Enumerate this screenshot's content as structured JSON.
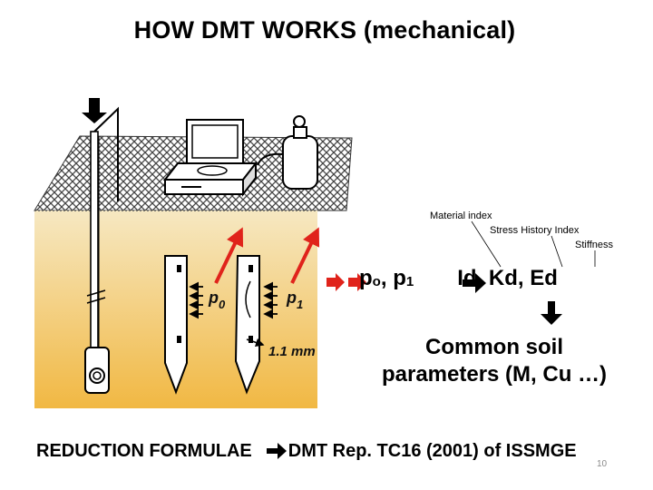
{
  "title": "HOW DMT WORKS (mechanical)",
  "labels": {
    "material_index": "Material index",
    "stress_history_index": "Stress History Index",
    "stiffness": "Stiffness"
  },
  "formula": {
    "p0": "p",
    "p0_sub": "o",
    "p1": "p",
    "p1_sub": "1",
    "outputs": "Id, Kd, Ed"
  },
  "common": {
    "line1": "Common soil",
    "line2": "parameters (M, Cu …)"
  },
  "reduction": {
    "left": "REDUCTION FORMULAE",
    "right": "DMT Rep. TC16 (2001) of ISSMGE"
  },
  "diagram": {
    "p0_label": "p",
    "p0_sub": "0",
    "p1_label": "p",
    "p1_sub": "1",
    "displacement_label": "1.1 mm"
  },
  "page_number": "10",
  "colors": {
    "soil_top": "#f4e2b2",
    "soil_bottom": "#f1bc52",
    "red_arrow": "#e0231b",
    "grid": "#555555"
  }
}
